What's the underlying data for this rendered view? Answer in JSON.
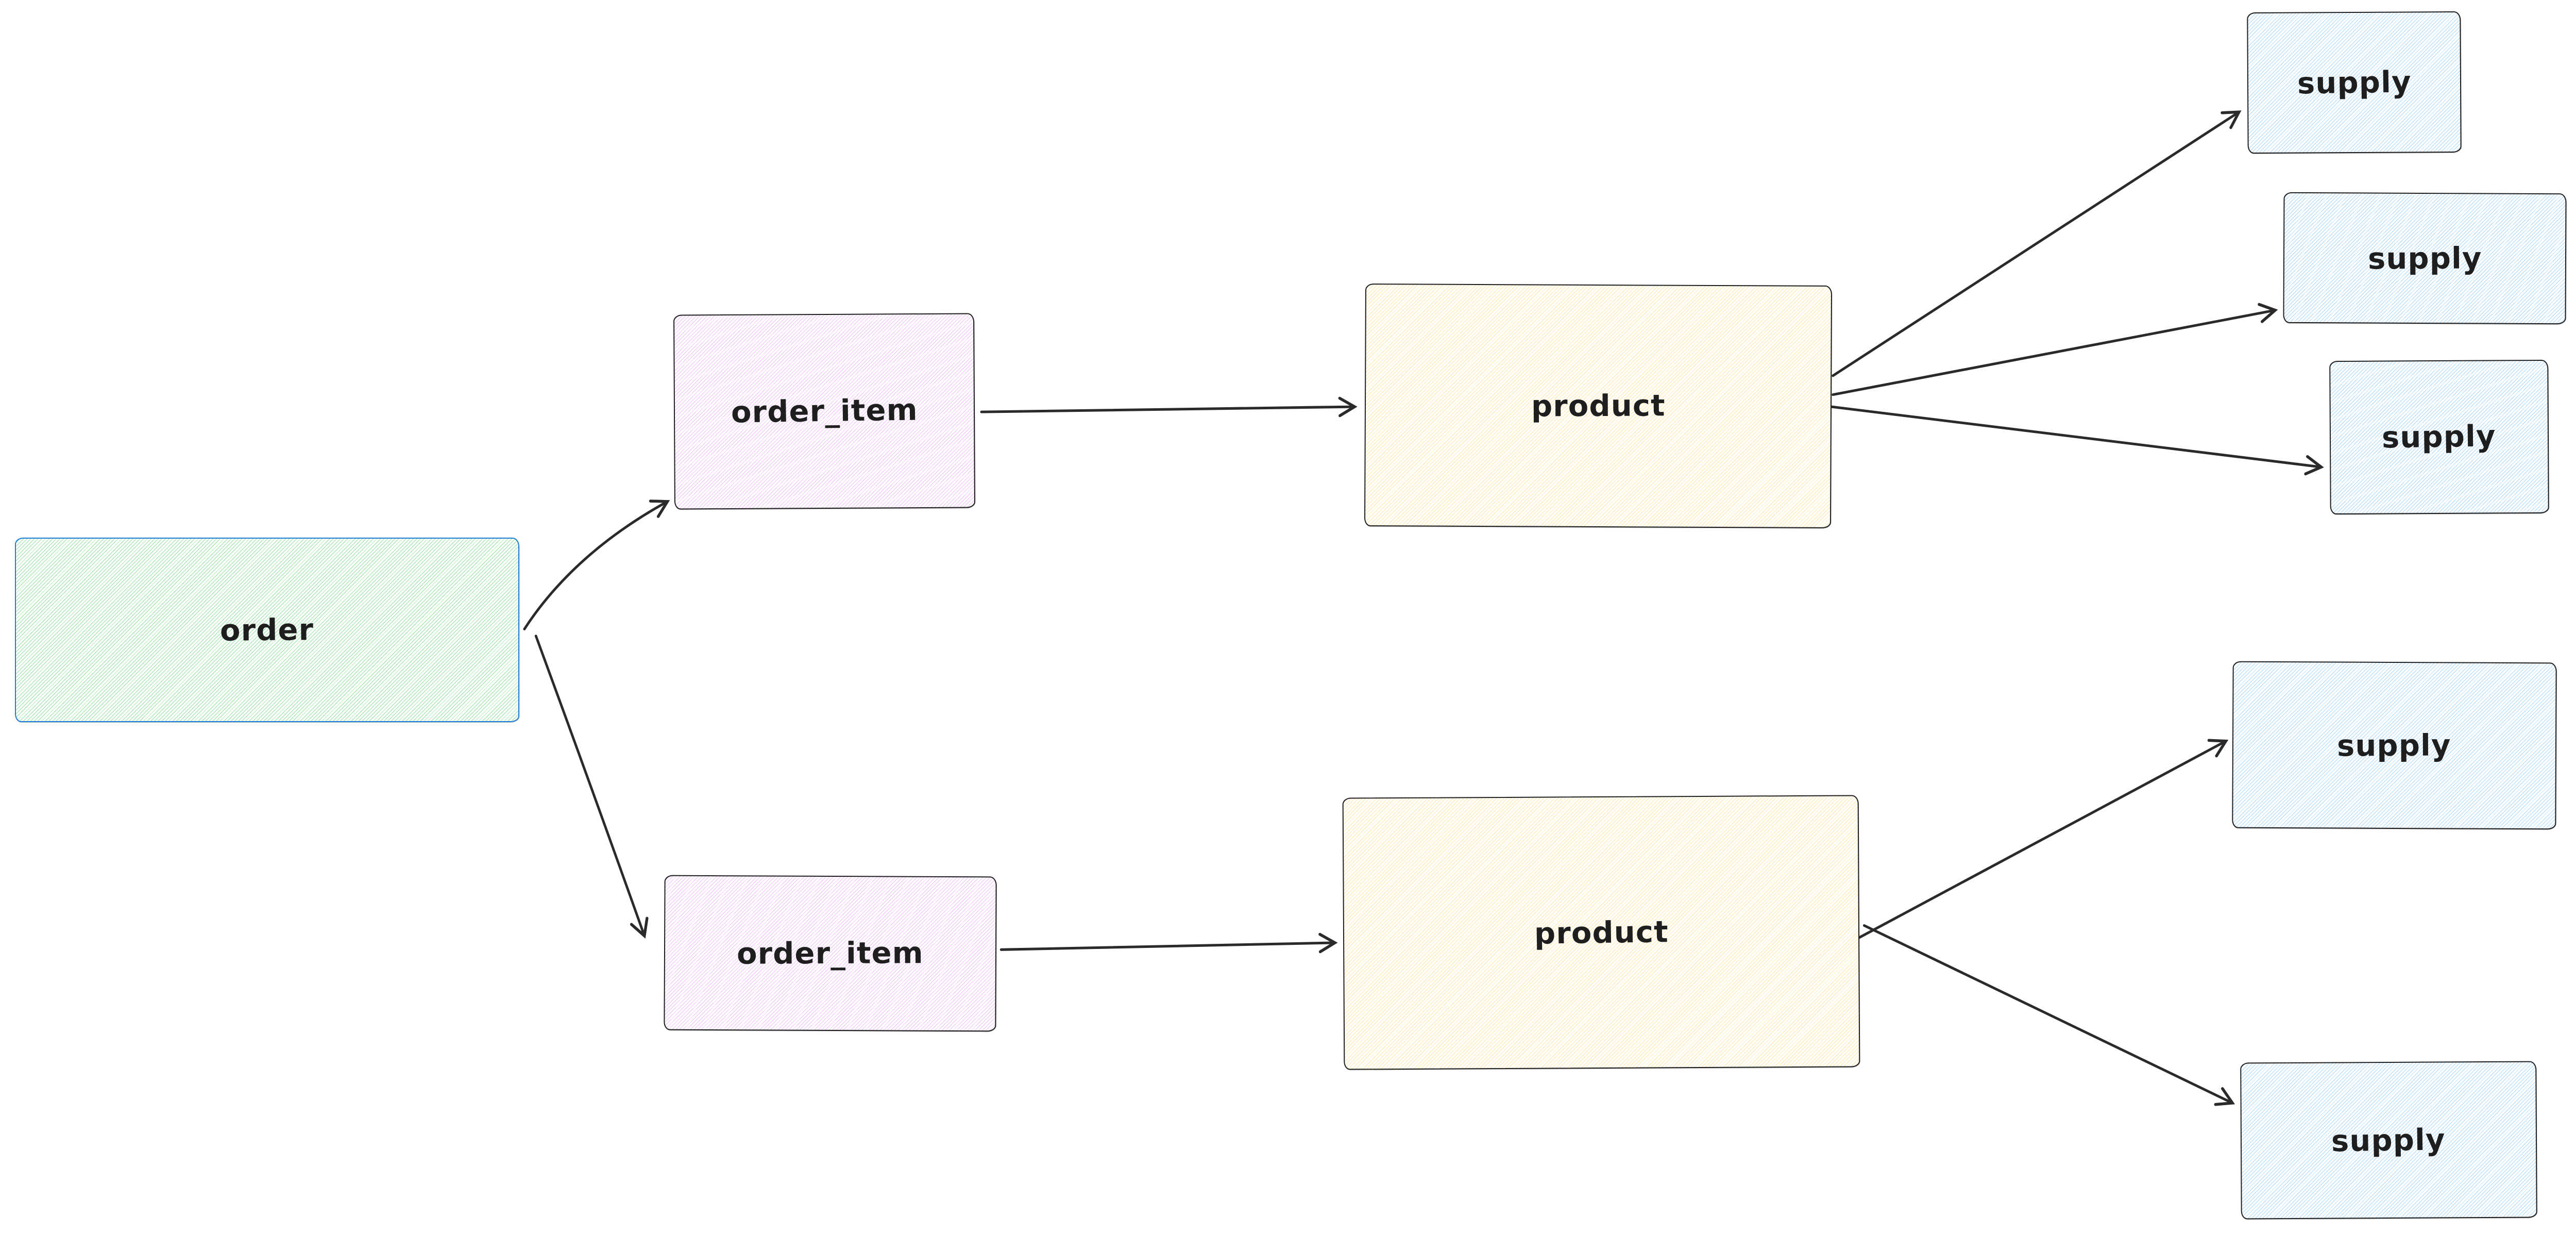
{
  "diagram": {
    "background": "#ffffff",
    "arrow_color": "#2a2a2a",
    "nodes": [
      {
        "id": "order",
        "label": "order",
        "shape": "rounded-rectangle",
        "fill_style": "hachure",
        "stroke_color": "#1c7ed6",
        "hatch_color": "#69db7c"
      },
      {
        "id": "order_item_1",
        "label": "order_item",
        "shape": "rounded-rectangle",
        "fill_style": "hachure",
        "stroke_color": "#1e1e1e",
        "hatch_color": "#e599f7"
      },
      {
        "id": "order_item_2",
        "label": "order_item",
        "shape": "rounded-rectangle",
        "fill_style": "hachure",
        "stroke_color": "#1e1e1e",
        "hatch_color": "#e599f7"
      },
      {
        "id": "product_1",
        "label": "product",
        "shape": "rounded-rectangle",
        "fill_style": "hachure",
        "stroke_color": "#1e1e1e",
        "hatch_color": "#ffd359"
      },
      {
        "id": "product_2",
        "label": "product",
        "shape": "rounded-rectangle",
        "fill_style": "hachure",
        "stroke_color": "#1e1e1e",
        "hatch_color": "#ffd359"
      },
      {
        "id": "supply_1",
        "label": "supply",
        "shape": "rounded-rectangle",
        "fill_style": "hachure",
        "stroke_color": "#1e1e1e",
        "hatch_color": "#74c0fc"
      },
      {
        "id": "supply_2",
        "label": "supply",
        "shape": "rounded-rectangle",
        "fill_style": "hachure",
        "stroke_color": "#1e1e1e",
        "hatch_color": "#74c0fc"
      },
      {
        "id": "supply_3",
        "label": "supply",
        "shape": "rounded-rectangle",
        "fill_style": "hachure",
        "stroke_color": "#1e1e1e",
        "hatch_color": "#74c0fc"
      },
      {
        "id": "supply_4",
        "label": "supply",
        "shape": "rounded-rectangle",
        "fill_style": "hachure",
        "stroke_color": "#1e1e1e",
        "hatch_color": "#74c0fc"
      },
      {
        "id": "supply_5",
        "label": "supply",
        "shape": "rounded-rectangle",
        "fill_style": "hachure",
        "stroke_color": "#1e1e1e",
        "hatch_color": "#74c0fc"
      }
    ],
    "edges": [
      {
        "from": "order",
        "to": "order_item_1",
        "style": "arrow"
      },
      {
        "from": "order",
        "to": "order_item_2",
        "style": "arrow"
      },
      {
        "from": "order_item_1",
        "to": "product_1",
        "style": "arrow"
      },
      {
        "from": "order_item_2",
        "to": "product_2",
        "style": "arrow"
      },
      {
        "from": "product_1",
        "to": "supply_1",
        "style": "arrow"
      },
      {
        "from": "product_1",
        "to": "supply_2",
        "style": "arrow"
      },
      {
        "from": "product_1",
        "to": "supply_3",
        "style": "arrow"
      },
      {
        "from": "product_2",
        "to": "supply_4",
        "style": "arrow"
      },
      {
        "from": "product_2",
        "to": "supply_5",
        "style": "arrow"
      }
    ]
  }
}
